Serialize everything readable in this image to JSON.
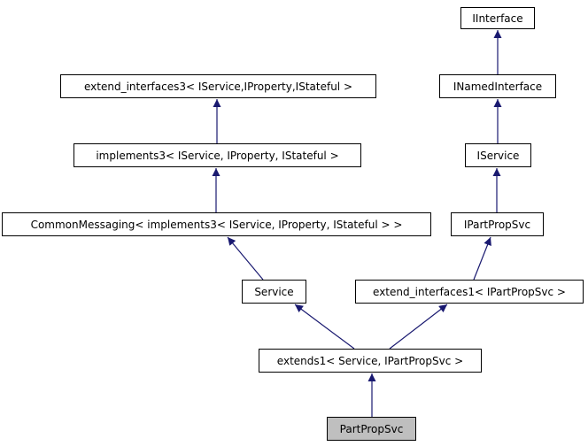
{
  "diagram": {
    "type": "class-inheritance-graph",
    "colors": {
      "arrow": "#191970",
      "node_border": "#000000",
      "node_fill": "#ffffff",
      "selected_node_fill": "#bfbfbf"
    },
    "nodes": [
      {
        "label": "IInterface"
      },
      {
        "label": "extend_interfaces3< IService,IProperty,IStateful >"
      },
      {
        "label": "INamedInterface"
      },
      {
        "label": "implements3< IService, IProperty, IStateful >"
      },
      {
        "label": "IService"
      },
      {
        "label": "CommonMessaging< implements3< IService, IProperty, IStateful > > "
      },
      {
        "label": "IPartPropSvc"
      },
      {
        "label": "Service"
      },
      {
        "label": "extend_interfaces1< IPartPropSvc >"
      },
      {
        "label": "extends1< Service, IPartPropSvc >"
      },
      {
        "label": "PartPropSvc",
        "highlighted": true
      }
    ],
    "edges": [
      {
        "from": "INamedInterface",
        "to": "IInterface"
      },
      {
        "from": "implements3< IService, IProperty, IStateful >",
        "to": "extend_interfaces3< IService,IProperty,IStateful >"
      },
      {
        "from": "IService",
        "to": "INamedInterface"
      },
      {
        "from": "CommonMessaging< implements3< IService, IProperty, IStateful > >",
        "to": "implements3< IService, IProperty, IStateful >"
      },
      {
        "from": "IPartPropSvc",
        "to": "IService"
      },
      {
        "from": "Service",
        "to": "CommonMessaging< implements3< IService, IProperty, IStateful > >"
      },
      {
        "from": "extend_interfaces1< IPartPropSvc >",
        "to": "IPartPropSvc"
      },
      {
        "from": "extends1< Service, IPartPropSvc >",
        "to": "Service"
      },
      {
        "from": "extends1< Service, IPartPropSvc >",
        "to": "extend_interfaces1< IPartPropSvc >"
      },
      {
        "from": "PartPropSvc",
        "to": "extends1< Service, IPartPropSvc >"
      }
    ]
  }
}
